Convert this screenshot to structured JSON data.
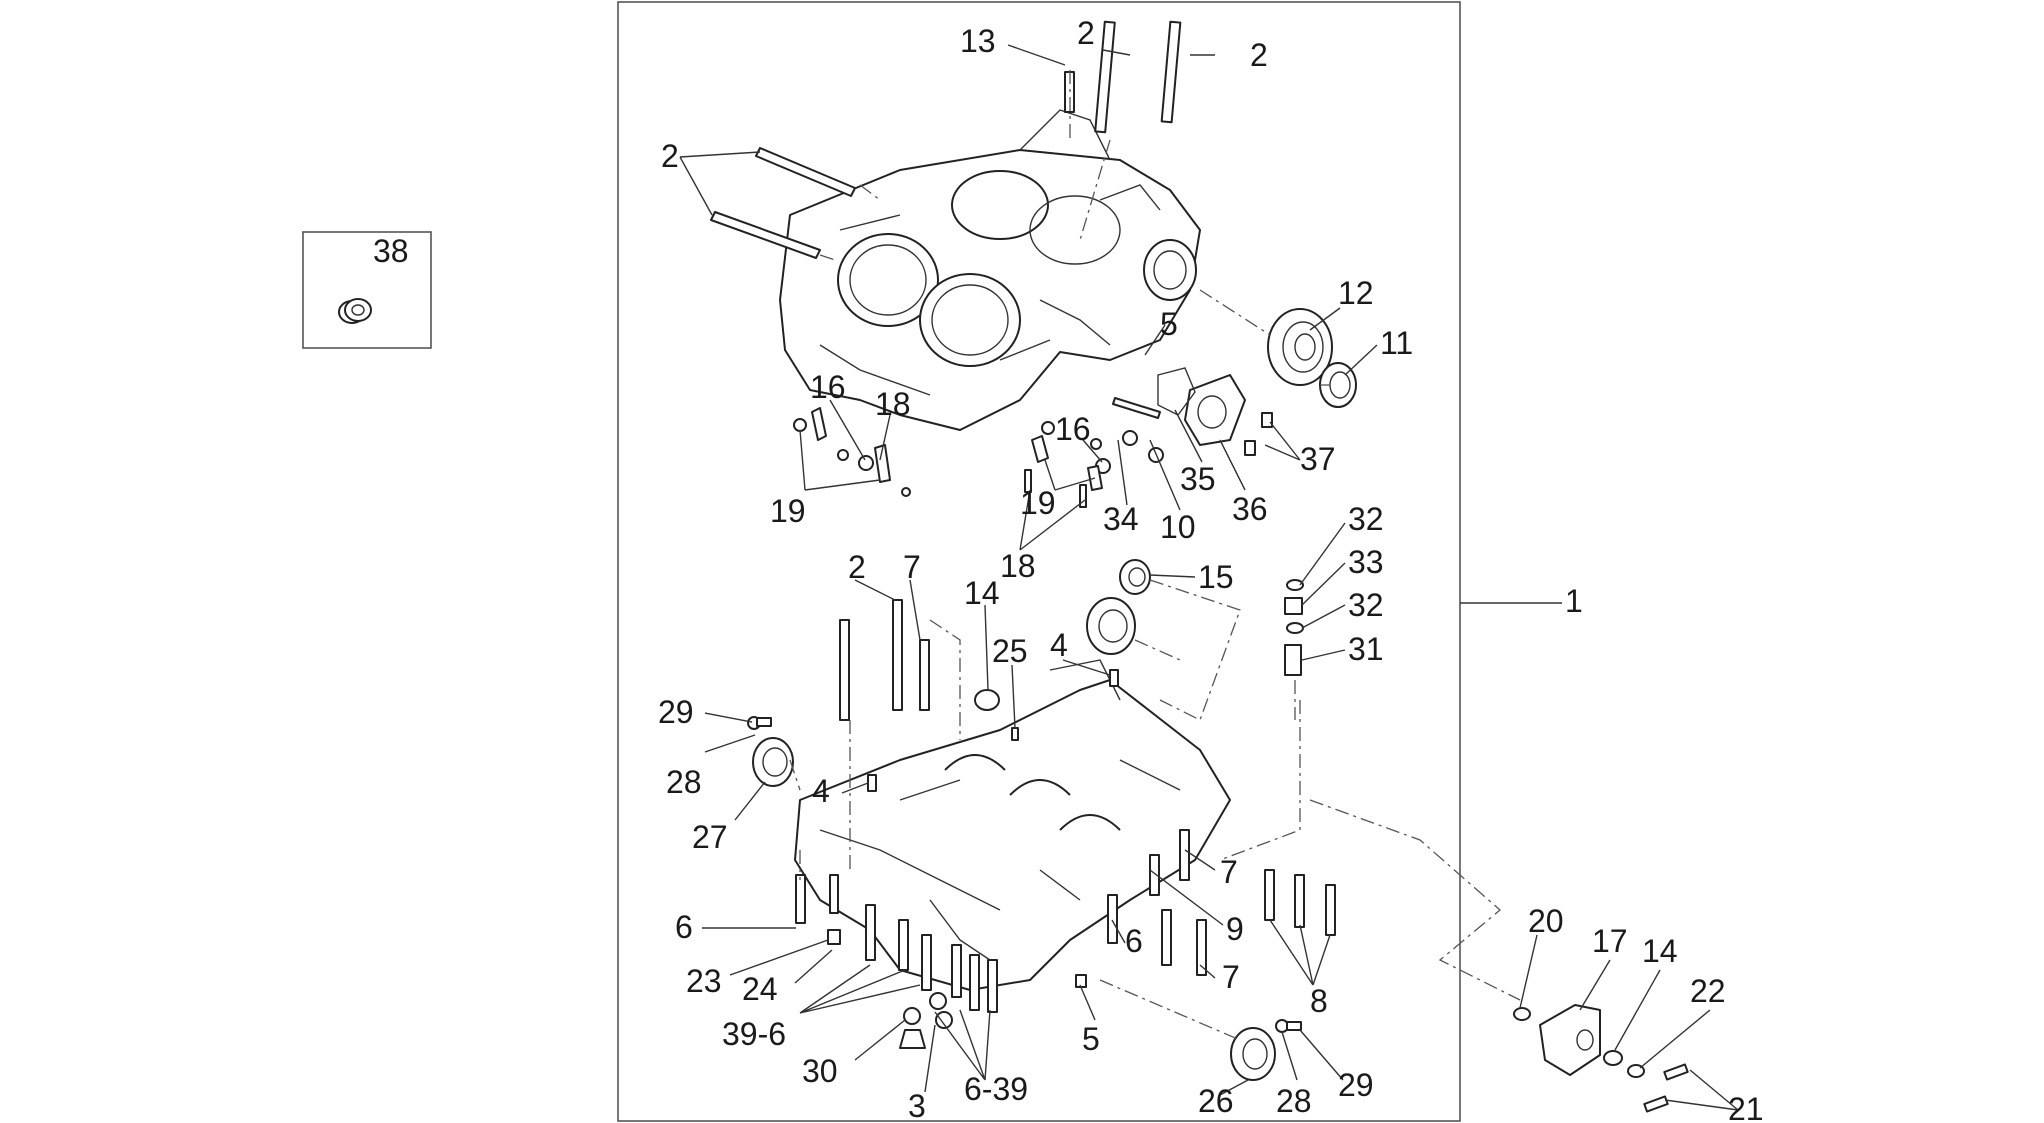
{
  "diagram": {
    "callouts_main": [
      {
        "id": "c13",
        "label": "13"
      },
      {
        "id": "c2a",
        "label": "2"
      },
      {
        "id": "c2b",
        "label": "2"
      },
      {
        "id": "c2c",
        "label": "2"
      },
      {
        "id": "c12",
        "label": "12"
      },
      {
        "id": "c11",
        "label": "11"
      },
      {
        "id": "c5a",
        "label": "5"
      },
      {
        "id": "c16a",
        "label": "16"
      },
      {
        "id": "c18a",
        "label": "18"
      },
      {
        "id": "c19a",
        "label": "19"
      },
      {
        "id": "c16b",
        "label": "16"
      },
      {
        "id": "c19b",
        "label": "19"
      },
      {
        "id": "c34",
        "label": "34"
      },
      {
        "id": "c35",
        "label": "35"
      },
      {
        "id": "c10",
        "label": "10"
      },
      {
        "id": "c36",
        "label": "36"
      },
      {
        "id": "c37",
        "label": "37"
      },
      {
        "id": "c18b",
        "label": "18"
      },
      {
        "id": "c32a",
        "label": "32"
      },
      {
        "id": "c33",
        "label": "33"
      },
      {
        "id": "c32b",
        "label": "32"
      },
      {
        "id": "c31",
        "label": "31"
      },
      {
        "id": "c1",
        "label": "1"
      },
      {
        "id": "c15",
        "label": "15"
      },
      {
        "id": "c2d",
        "label": "2"
      },
      {
        "id": "c7a",
        "label": "7"
      },
      {
        "id": "c14a",
        "label": "14"
      },
      {
        "id": "c25",
        "label": "25"
      },
      {
        "id": "c4a",
        "label": "4"
      },
      {
        "id": "c29a",
        "label": "29"
      },
      {
        "id": "c28a",
        "label": "28"
      },
      {
        "id": "c27",
        "label": "27"
      },
      {
        "id": "c4b",
        "label": "4"
      },
      {
        "id": "c7b",
        "label": "7"
      },
      {
        "id": "c9",
        "label": "9"
      },
      {
        "id": "c6a",
        "label": "6"
      },
      {
        "id": "c6b",
        "label": "6"
      },
      {
        "id": "c7c",
        "label": "7"
      },
      {
        "id": "c8",
        "label": "8"
      },
      {
        "id": "c23",
        "label": "23"
      },
      {
        "id": "c24",
        "label": "24"
      },
      {
        "id": "c396",
        "label": "39-6"
      },
      {
        "id": "c5b",
        "label": "5"
      },
      {
        "id": "c30",
        "label": "30"
      },
      {
        "id": "c639",
        "label": "6-39"
      },
      {
        "id": "c3",
        "label": "3"
      },
      {
        "id": "c26",
        "label": "26"
      },
      {
        "id": "c28b",
        "label": "28"
      },
      {
        "id": "c29b",
        "label": "29"
      },
      {
        "id": "c20",
        "label": "20"
      },
      {
        "id": "c17",
        "label": "17"
      },
      {
        "id": "c14b",
        "label": "14"
      },
      {
        "id": "c22",
        "label": "22"
      },
      {
        "id": "c21",
        "label": "21"
      }
    ],
    "inset": {
      "label": "38"
    }
  }
}
